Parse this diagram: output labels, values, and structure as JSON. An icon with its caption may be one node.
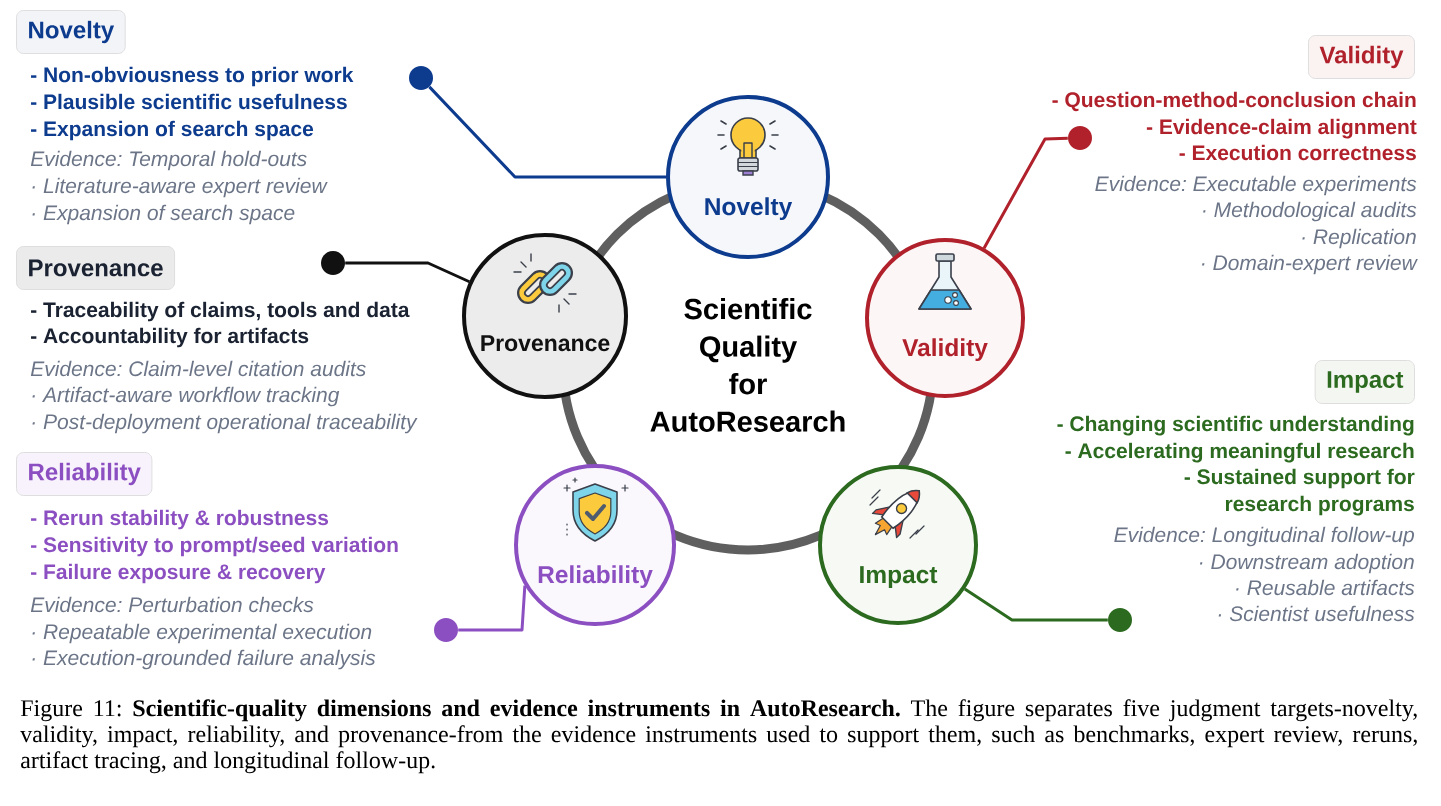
{
  "diagram": {
    "caption": "Figure 11: **Scientific-quality dimensions and evidence instruments in AutoResearch.** The figure separates five judgment targets-novelty, validity, impact, reliability, and provenance-from the evidence instruments used to support them, such as benchmarks, expert review, reruns, artifact tracing, and longitudinal follow-up.",
    "nodes": [
      {
        "text": [
          "Scientific Quality for AutoResearch"
        ]
      },
      {
        "text": [
          "Novelty"
        ]
      },
      {
        "text": [
          "Validity"
        ]
      },
      {
        "text": [
          "Impact"
        ]
      },
      {
        "text": [
          "Reliability"
        ]
      },
      {
        "text": [
          "Provenance"
        ]
      },
      {
        "text": [
          "Novelty"
        ],
        "beside": [
          "- Non-obviousness to prior work",
          "- Plausible scientific usefulness",
          "- Expansion of search space",
          "Evidence: Temporal hold-outs",
          "· Literature-aware expert review",
          "· Expansion of search space"
        ]
      },
      {
        "text": [
          "Validity"
        ],
        "beside": [
          "- Question-method-conclusion chain",
          "- Evidence-claim alignment",
          "- Execution correctness",
          "Evidence: Executable experiments",
          "· Methodological audits",
          "· Replication",
          "· Domain-expert review"
        ]
      },
      {
        "text": [
          "Impact"
        ],
        "beside": [
          "- Changing scientific understanding",
          "- Accelerating meaningful research",
          "- Sustained support for research programs",
          "Evidence: Longitudinal follow-up",
          "· Downstream adoption",
          "· Reusable artifacts",
          "· Scientist usefulness"
        ]
      },
      {
        "text": [
          "Reliability"
        ],
        "beside": [
          "- Rerun stability & robustness",
          "- Sensitivity to prompt/seed variation",
          "- Failure exposure & recovery",
          "Evidence: Perturbation checks",
          "· Repeatable experimental execution",
          "· Execution-grounded failure analysis"
        ]
      },
      {
        "text": [
          "Provenance"
        ],
        "beside": [
          "- Traceability of claims, tools and data",
          "- Accountability for artifacts",
          "Evidence: Claim-level citation audits",
          "· Artifact-aware workflow tracking",
          "· Post-deployment operational traceability"
        ]
      },
      {
        "text": [],
        "shape": "circle"
      },
      {
        "text": [],
        "shape": "circle"
      },
      {
        "text": [],
        "shape": "circle"
      },
      {
        "text": [],
        "shape": "circle"
      },
      {
        "text": [],
        "shape": "circle"
      }
    ],
    "edges": [
      {
        "from": 1,
        "to": 11,
        "arrow": "none",
        "color": "#0d3b8e"
      },
      {
        "from": 2,
        "to": 12,
        "arrow": "none",
        "color": "#b0212b"
      },
      {
        "from": 3,
        "to": 13,
        "arrow": "none",
        "color": "#2b6a1f"
      },
      {
        "from": 4,
        "to": 14,
        "arrow": "none",
        "color": "#8c4fc1"
      },
      {
        "from": 5,
        "to": 15,
        "arrow": "none",
        "color": "#111111"
      }
    ]
  }
}
